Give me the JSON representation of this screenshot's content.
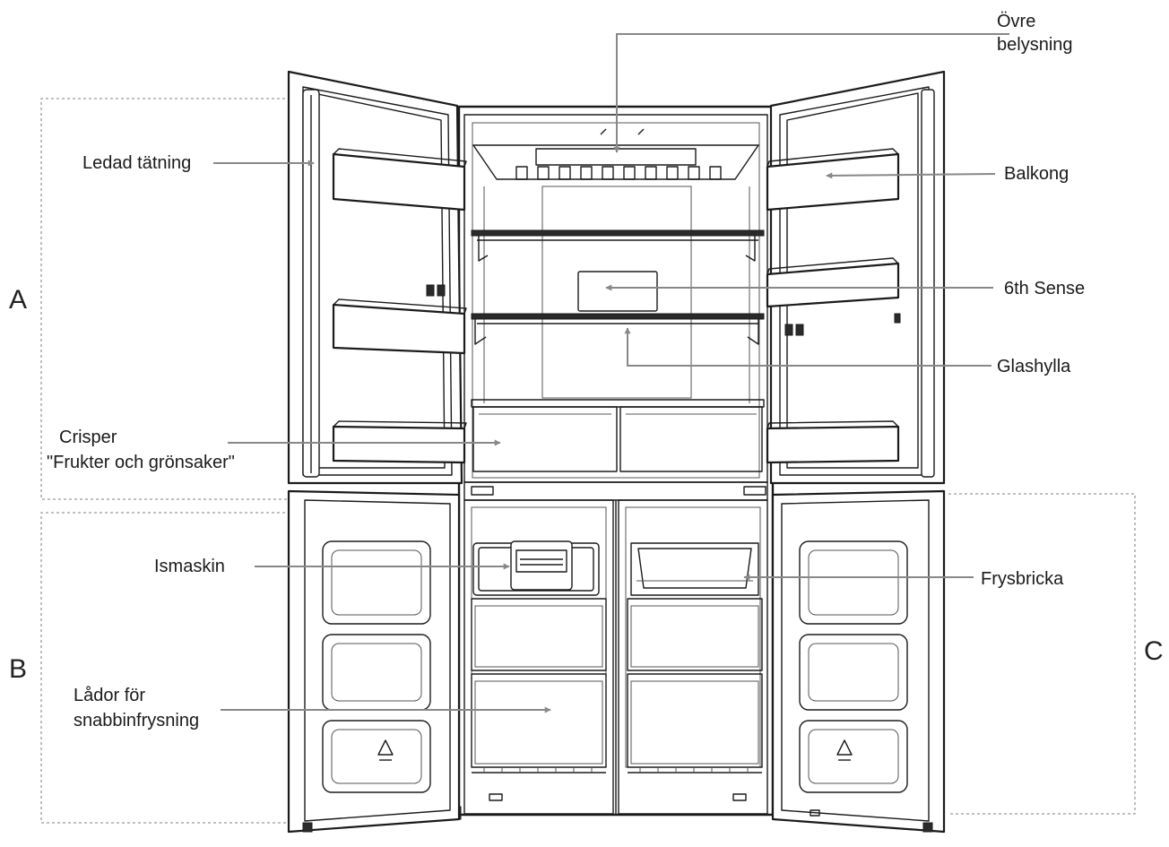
{
  "sections": {
    "a": "A",
    "b": "B",
    "c": "C"
  },
  "labels": {
    "ovre_line1": "Övre",
    "ovre_line2": "belysning",
    "ledad": "Ledad tätning",
    "balkong": "Balkong",
    "sense": "6th Sense",
    "glashylla": "Glashylla",
    "crisper_line1": "Crisper",
    "crisper_line2": "\"Frukter och grönsaker\"",
    "ismaskin": "Ismaskin",
    "frysbricka": "Frysbricka",
    "lador_line1": "Lådor för",
    "lador_line2": "snabbinfrysning"
  },
  "colors": {
    "outline": "#1b1b1b",
    "leader": "#888888",
    "frame": "#9a9a9a"
  },
  "icons": [
    "recycle-icon-left-door",
    "recycle-icon-right-door"
  ]
}
